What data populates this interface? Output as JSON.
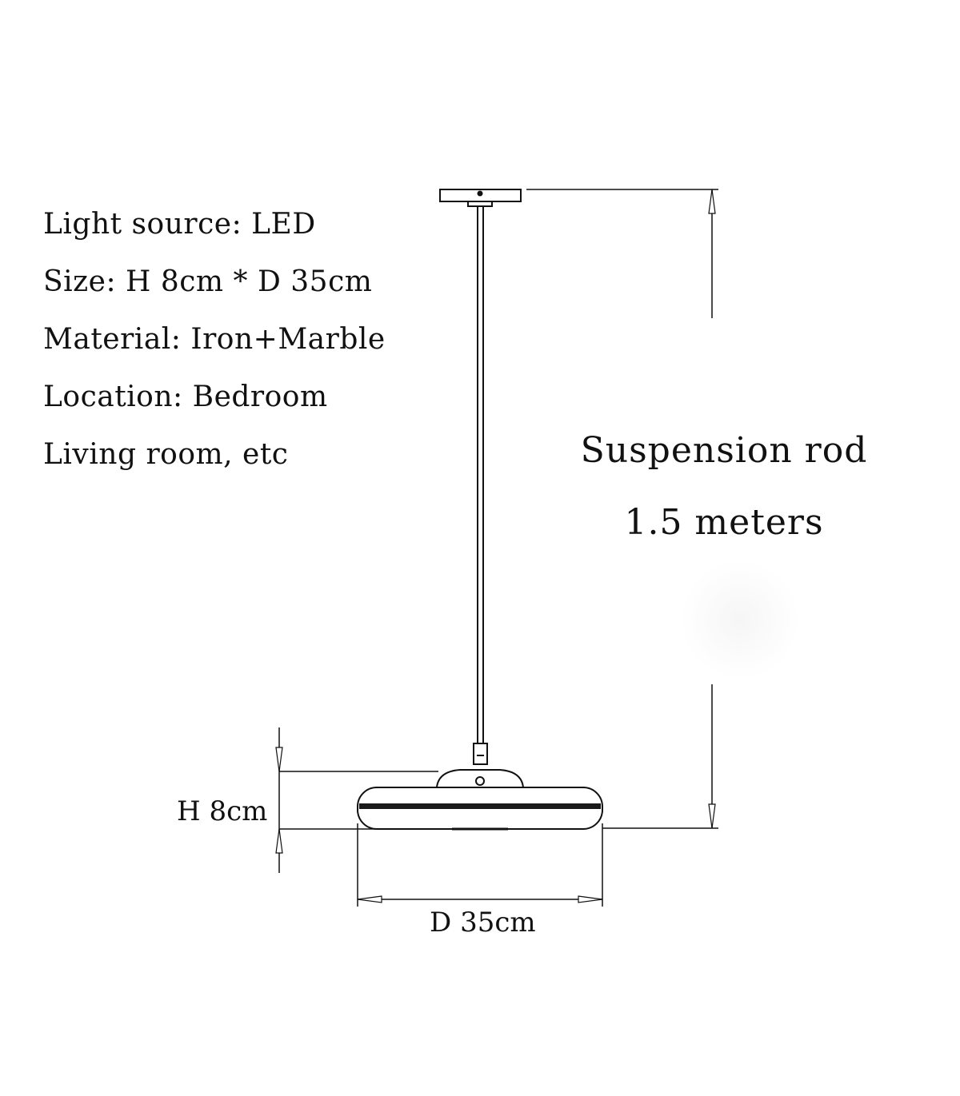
{
  "specs": {
    "light_source": "Light source: LED",
    "size": "Size: H 8cm * D 35cm",
    "material": "Material: Iron+Marble",
    "location": "Location: Bedroom",
    "location_more": "Living room, etc"
  },
  "rod": {
    "line1": "Suspension rod",
    "line2": "1.5 meters"
  },
  "dimensions": {
    "height": "H 8cm",
    "diameter": "D 35cm"
  },
  "colors": {
    "line": "#111111",
    "band": "#1a1a1a"
  }
}
